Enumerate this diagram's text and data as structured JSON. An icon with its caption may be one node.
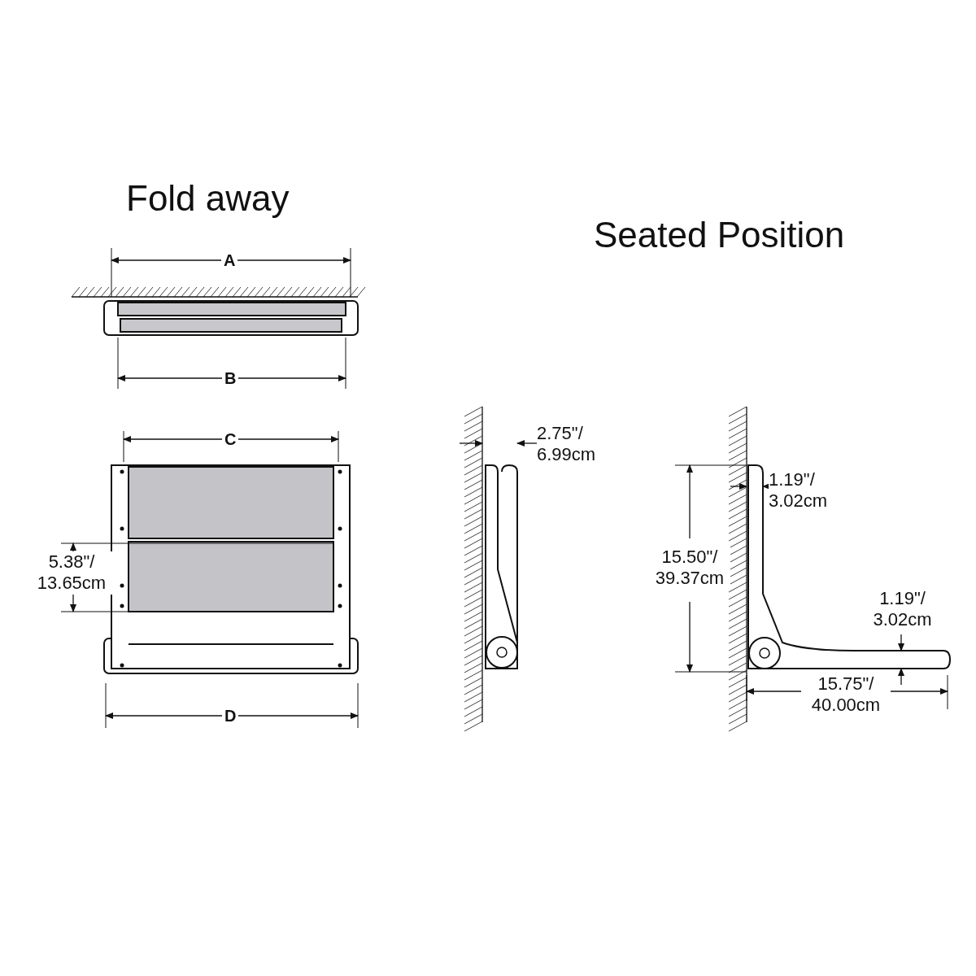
{
  "diagram": {
    "labels": [
      "Fold away",
      "Seated Position",
      "A",
      "B",
      "C",
      "2.75\"/ 6.99cm",
      "1.19\"/ 3.02cm",
      "5.38\"/ 13.65cm",
      "15.50\"/ 39.37cm",
      "1.19\"/ 3.02cm",
      "15.75\"/ 40.00cm",
      "D"
    ]
  }
}
